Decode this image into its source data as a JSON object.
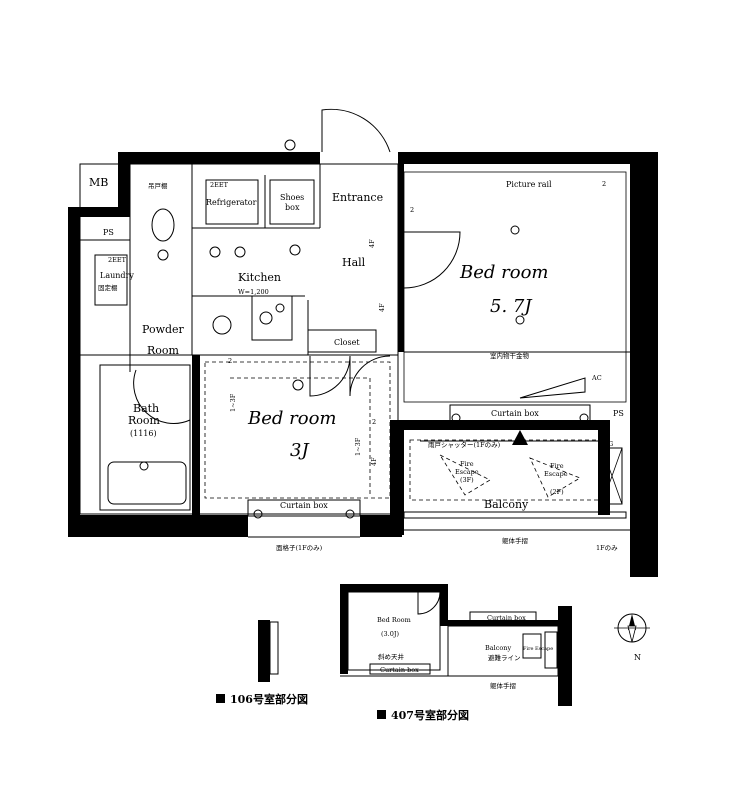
{
  "labels": {
    "mb": "MB",
    "ps_left": "PS",
    "ps_right": "PS",
    "laundry": "Laundry",
    "laundry_sub": "固定棚",
    "laundry_2eet": "2EET",
    "toilet_top": "吊戸棚",
    "refrigerator": "Refrigerator",
    "refrigerator_2eet": "2EET",
    "shoes_box_1": "Shoes",
    "shoes_box_2": "box",
    "entrance": "Entrance",
    "kitchen": "Kitchen",
    "kitchen_width": "W=1,200",
    "hall": "Hall",
    "powder_room_1": "Powder",
    "powder_room_2": "Room",
    "bath_room_1": "Bath",
    "bath_room_2": "Room",
    "bath_room_3": "(1116)",
    "closet": "Closet",
    "picture_rail": "Picture rail",
    "bedroom_main_1": "Bed room",
    "bedroom_main_2": "5. 7J",
    "indoor_dry": "室内物干金物",
    "ac": "AC",
    "curtain_box_main": "Curtain box",
    "shutter": "雨戸シャッター(1Fのみ)",
    "bedroom_small_1": "Bed room",
    "bedroom_small_2": "3J",
    "curtain_box_small": "Curtain box",
    "fire_escape_left_1": "Fire",
    "fire_escape_left_2": "Escape",
    "fire_escape_left_3": "(3F)",
    "fire_escape_right_1": "Fire",
    "fire_escape_right_2": "Escape",
    "fire_escape_right_3": "(2F)",
    "balcony": "Balcony",
    "railing": "躯体手摺",
    "window_grille": "面格子(1Fのみ)",
    "first_floor_only": "1Fのみ",
    "g_mark": "G",
    "height_4f_a": "4F",
    "height_4f_b": "4F",
    "height_4f_c": "4F",
    "height_1_3f_a": "1~3F",
    "height_1_3f_b": "1~3F",
    "num_2_a": "2",
    "num_2_b": "2",
    "num_2_c": "2",
    "num_2_d": "2",
    "inset_bedroom_1": "Bed Room",
    "inset_bedroom_2": "(3.0J)",
    "inset_curtain_box_1": "Curtain box",
    "inset_curtain_box_2": "Curtain box",
    "inset_balcony": "Balcony",
    "inset_railing": "躯体手摺",
    "inset_slope": "斜め天井",
    "inset_fire_escape": "Fire Escape",
    "inset_line": "避難ライン",
    "compass_n": "N"
  },
  "legend": {
    "room_106": "106号室部分図",
    "room_407": "407号室部分図"
  }
}
